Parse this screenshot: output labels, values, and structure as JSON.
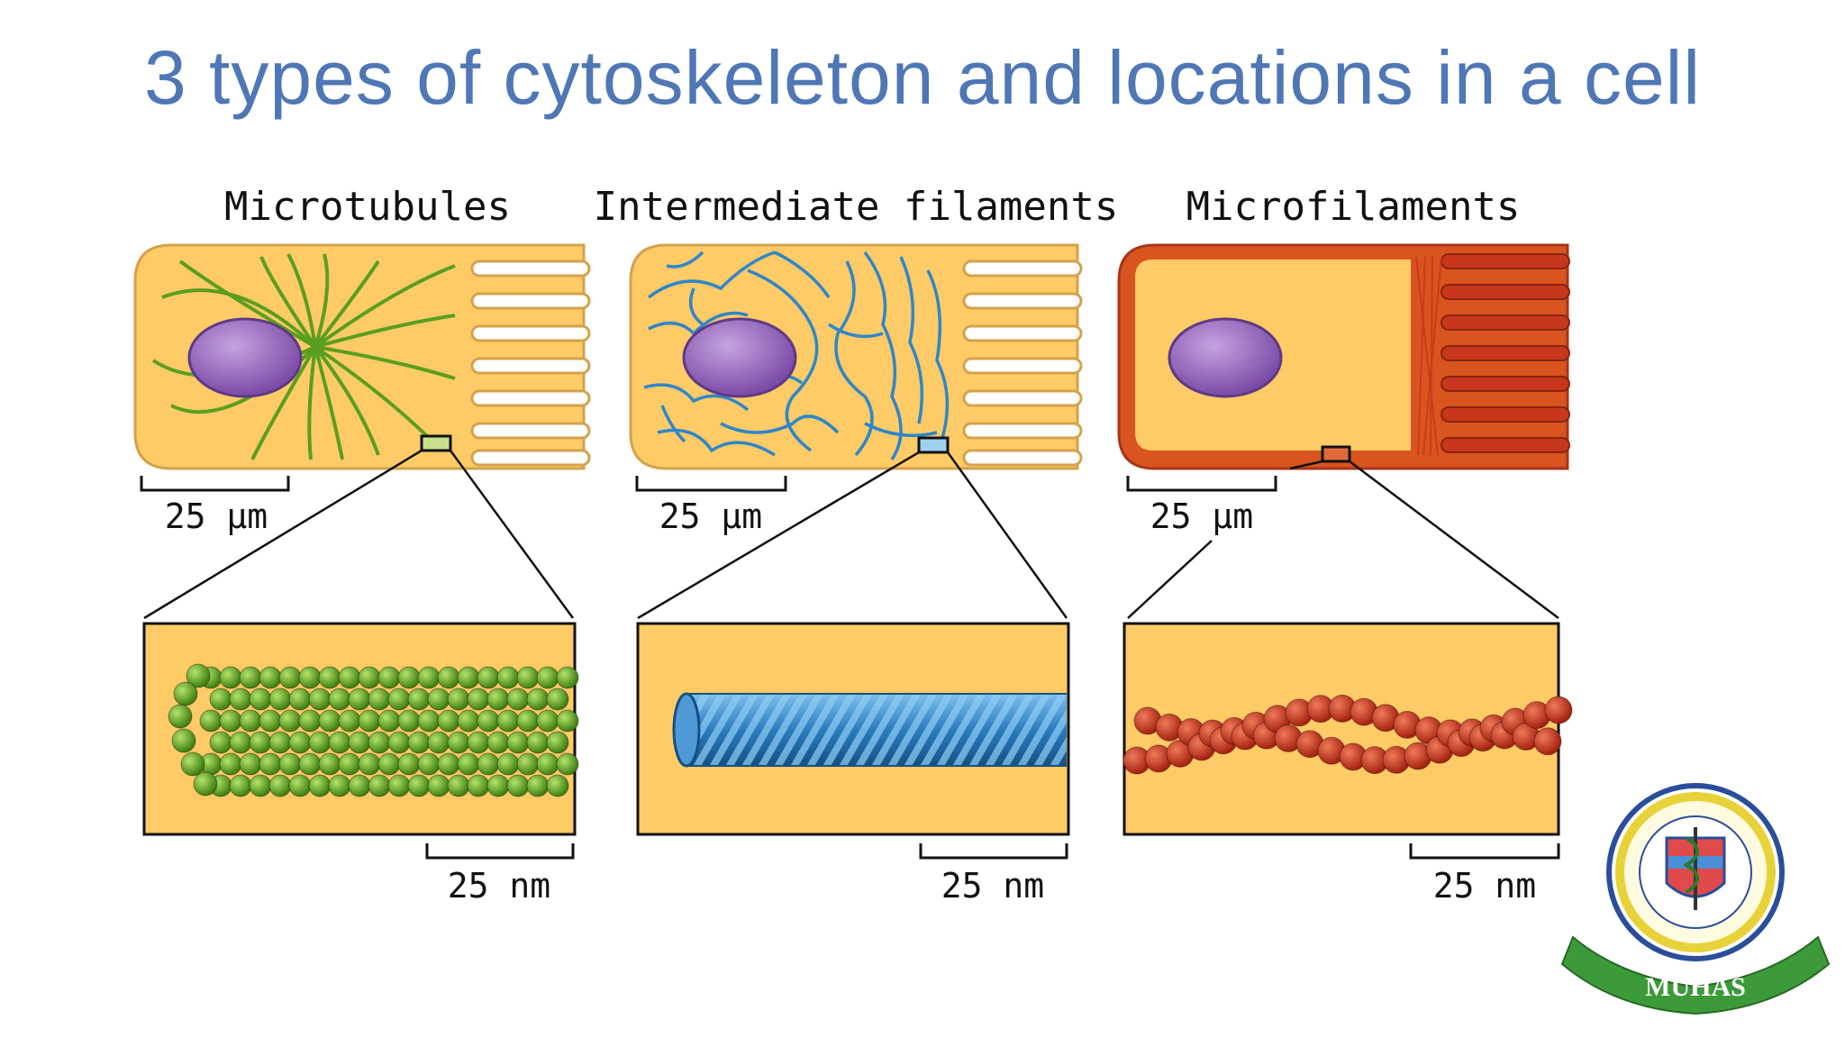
{
  "slide": {
    "title": "3 types of cytoskeleton and locations in a cell"
  },
  "panels": [
    {
      "name": "Microtubules",
      "cell_scale": "25 µm",
      "zoom_scale": "25 nm",
      "color": "#5a9e1f"
    },
    {
      "name": "Intermediate filaments",
      "cell_scale": "25 µm",
      "zoom_scale": "25 nm",
      "color": "#2f86c8"
    },
    {
      "name": "Microfilaments",
      "cell_scale": "25 µm",
      "zoom_scale": "25 nm",
      "color": "#c8361b"
    }
  ],
  "colors": {
    "cytoplasm": "#ffcb66",
    "nucleus": "#9163b8",
    "title": "#4f77b5"
  },
  "logo": {
    "text": "MUHAS",
    "icon": "university-seal-icon"
  }
}
